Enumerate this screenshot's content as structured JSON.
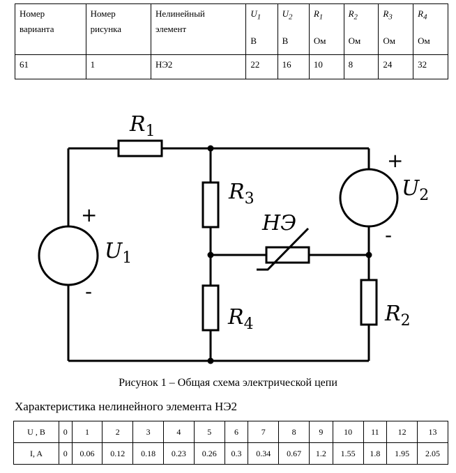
{
  "variant_table": {
    "headers": [
      {
        "line1": "Номер",
        "line2": "варианта"
      },
      {
        "line1": "Номер",
        "line2": "рисунка"
      },
      {
        "line1": "Нелинейный",
        "line2": "элемент"
      },
      {
        "symbol": "U",
        "sub": "1",
        "unit": "В"
      },
      {
        "symbol": "U",
        "sub": "2",
        "unit": "В"
      },
      {
        "symbol": "R",
        "sub": "1",
        "unit": "Ом"
      },
      {
        "symbol": "R",
        "sub": "2",
        "unit": "Ом"
      },
      {
        "symbol": "R",
        "sub": "3",
        "unit": "Ом"
      },
      {
        "symbol": "R",
        "sub": "4",
        "unit": "Ом"
      }
    ],
    "values": [
      "61",
      "1",
      "НЭ2",
      "22",
      "16",
      "10",
      "8",
      "24",
      "32"
    ]
  },
  "circuit": {
    "labels": {
      "R1": {
        "main": "R",
        "sub": "1"
      },
      "R2": {
        "main": "R",
        "sub": "2"
      },
      "R3": {
        "main": "R",
        "sub": "3"
      },
      "R4": {
        "main": "R",
        "sub": "4"
      },
      "U1": {
        "main": "U",
        "sub": "1"
      },
      "U2": {
        "main": "U",
        "sub": "2"
      },
      "NE": "НЭ",
      "plus": "+",
      "minus": "-"
    }
  },
  "caption": "Рисунок 1 – Общая схема электрической цепи",
  "characteristic": {
    "title": "Характеристика нелинейного элемента НЭ2",
    "row_u_label": "U , В",
    "row_i_label": "I, A",
    "u": [
      "0",
      "1",
      "2",
      "3",
      "4",
      "5",
      "6",
      "7",
      "8",
      "9",
      "10",
      "11",
      "12",
      "13"
    ],
    "i": [
      "0",
      "0.06",
      "0.12",
      "0.18",
      "0.23",
      "0.26",
      "0.3",
      "0.34",
      "0.67",
      "1.2",
      "1.55",
      "1.8",
      "1.95",
      "2.05"
    ]
  }
}
